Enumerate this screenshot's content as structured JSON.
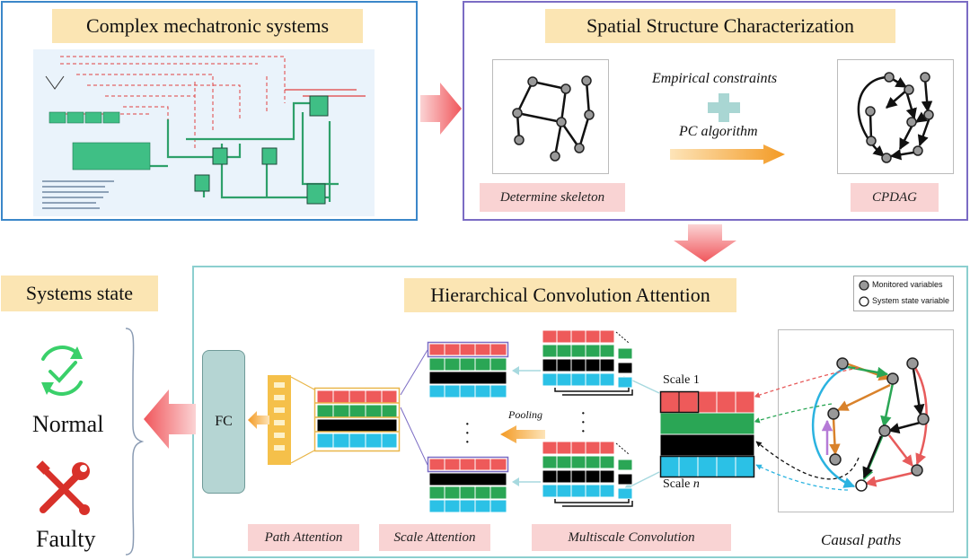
{
  "panels": {
    "mechatronic": {
      "title": "Complex mechatronic systems"
    },
    "spatial": {
      "title": "Spatial Structure Characterization",
      "empirical": "Empirical constraints",
      "pc": "PC algorithm",
      "skeleton_label": "Determine skeleton",
      "cpdag_label": "CPDAG"
    },
    "hca": {
      "title": "Hierarchical Convolution Attention",
      "fc": "FC",
      "pooling": "Pooling",
      "scale1": "Scale 1",
      "scale_n_prefix": "Scale ",
      "scale_n_var": "n",
      "path_attention": "Path Attention",
      "scale_attention": "Scale Attention",
      "multiscale_conv": "Multiscale Convolution",
      "causal_paths": "Causal paths",
      "legend": {
        "monitored": "Monitored variables",
        "state": "System state variable"
      }
    },
    "state": {
      "title": "Systems state",
      "normal": "Normal",
      "faulty": "Faulty"
    }
  },
  "colors": {
    "blue_border": "#3b87c9",
    "purple_border": "#7b6cc4",
    "teal_border": "#8ccfcf",
    "title_bg": "#fbe5b3",
    "label_bg": "#f9d3d3",
    "red_row": "#ee5a5a",
    "green_row": "#2aa655",
    "black_row": "#000000",
    "cyan_row": "#2bc1e6",
    "fc_fill": "#b5d5d3",
    "big_arrow": "#f0565b"
  },
  "icons": [
    "check-cycle-icon",
    "wrench-screwdriver-icon",
    "big-arrow-right",
    "big-arrow-down",
    "big-arrow-left"
  ]
}
